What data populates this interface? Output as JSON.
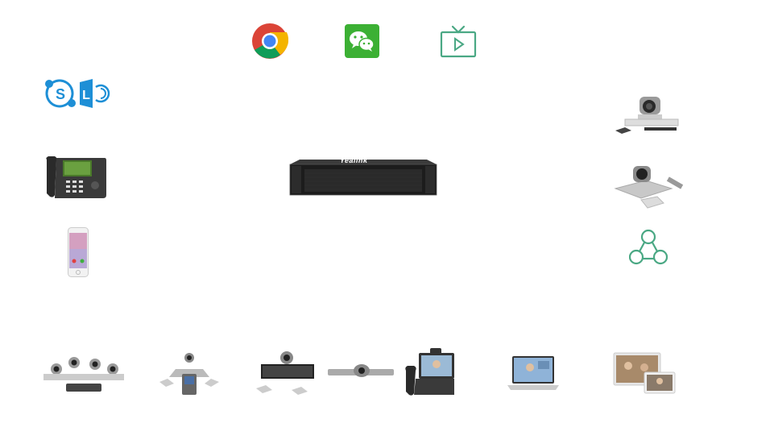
{
  "server": {
    "brand": "Yealink"
  },
  "icons": {
    "top": [
      "chrome-icon",
      "wechat-icon",
      "live-stream-icon"
    ],
    "left": [
      "skype-for-business-icon",
      "ip-phone-device",
      "smartphone-device"
    ],
    "right": [
      "ptz-camera-system-device",
      "video-conferencing-system-device",
      "share-network-icon"
    ],
    "bottom": [
      "multi-camera-room-system",
      "conference-phone-system",
      "huddle-room-video-bar",
      "video-bar-camera",
      "smart-video-phone",
      "laptop-client",
      "tablet-desktop-clients"
    ]
  },
  "colors": {
    "skype_blue": "#1e8fd6",
    "wechat_green": "#3cb034",
    "teal_accent": "#4aa884",
    "server_dark": "#1c1c1c"
  }
}
